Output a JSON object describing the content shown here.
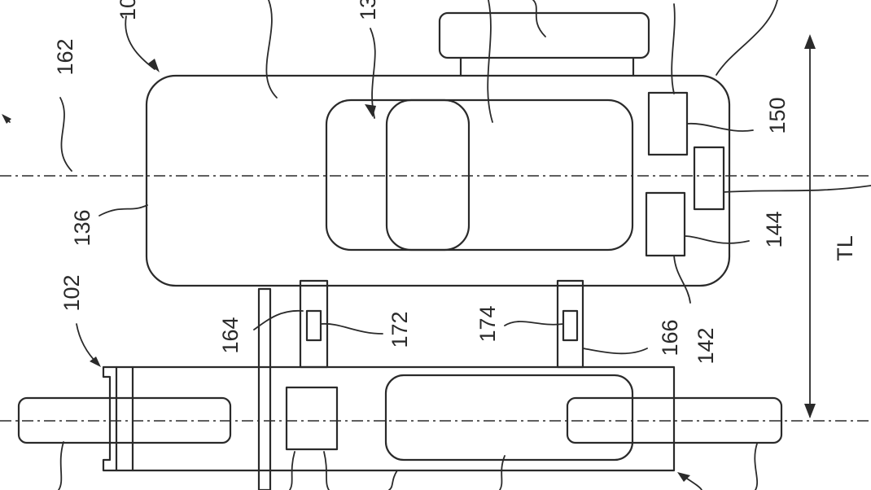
{
  "labels": {
    "l162": "162",
    "l136": "136",
    "l102": "102",
    "l164": "164",
    "l172": "172",
    "l174": "174",
    "l166": "166",
    "l142": "142",
    "l144": "144",
    "l150": "150",
    "ltl": "TL",
    "l13x": "13",
    "l10x": "10"
  }
}
